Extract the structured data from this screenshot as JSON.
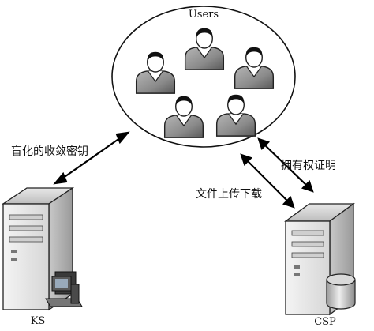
{
  "diagram": {
    "users_label": "Users",
    "ks_label": "KS",
    "csp_label": "CSP",
    "edge_ks_users_label": "盲化的收敛密钥",
    "edge_upload_download_label": "文件上传下载",
    "edge_ownership_proof_label": "拥有权证明"
  }
}
